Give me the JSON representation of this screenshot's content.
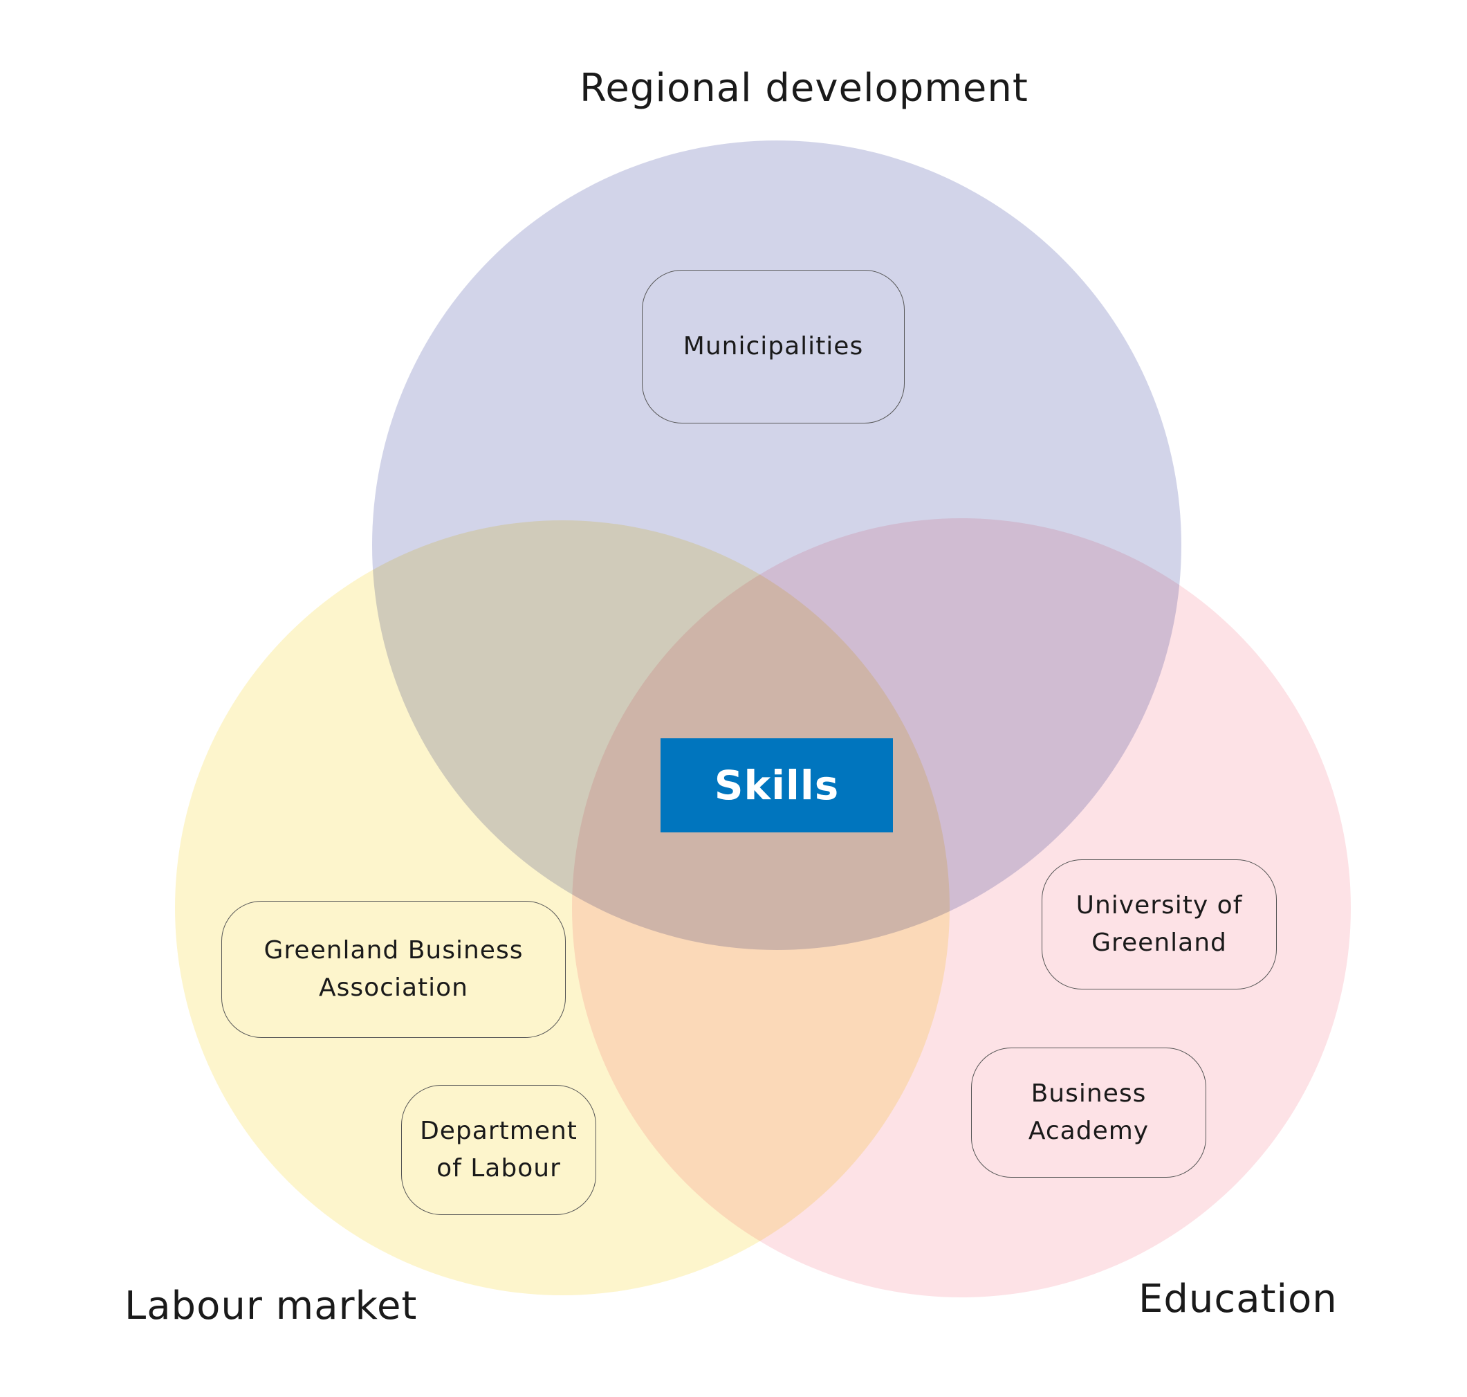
{
  "colors": {
    "regional_circle": "#d2d4e9",
    "labour_circle": "#fdf5cc",
    "education_circle": "#fde2e6",
    "skills_fill": "#0075be",
    "box_border": "#555555"
  },
  "circles": {
    "regional": {
      "label": "Regional development"
    },
    "labour": {
      "label": "Labour market"
    },
    "education": {
      "label": "Education"
    }
  },
  "center": {
    "label": "Skills"
  },
  "boxes": {
    "municipalities": {
      "lines": [
        "Municipalities"
      ]
    },
    "gba": {
      "lines": [
        "Greenland Business",
        "Association"
      ]
    },
    "dol": {
      "lines": [
        "Department",
        "of Labour"
      ]
    },
    "uog": {
      "lines": [
        "University of",
        "Greenland"
      ]
    },
    "ba": {
      "lines": [
        "Business",
        "Academy"
      ]
    }
  }
}
